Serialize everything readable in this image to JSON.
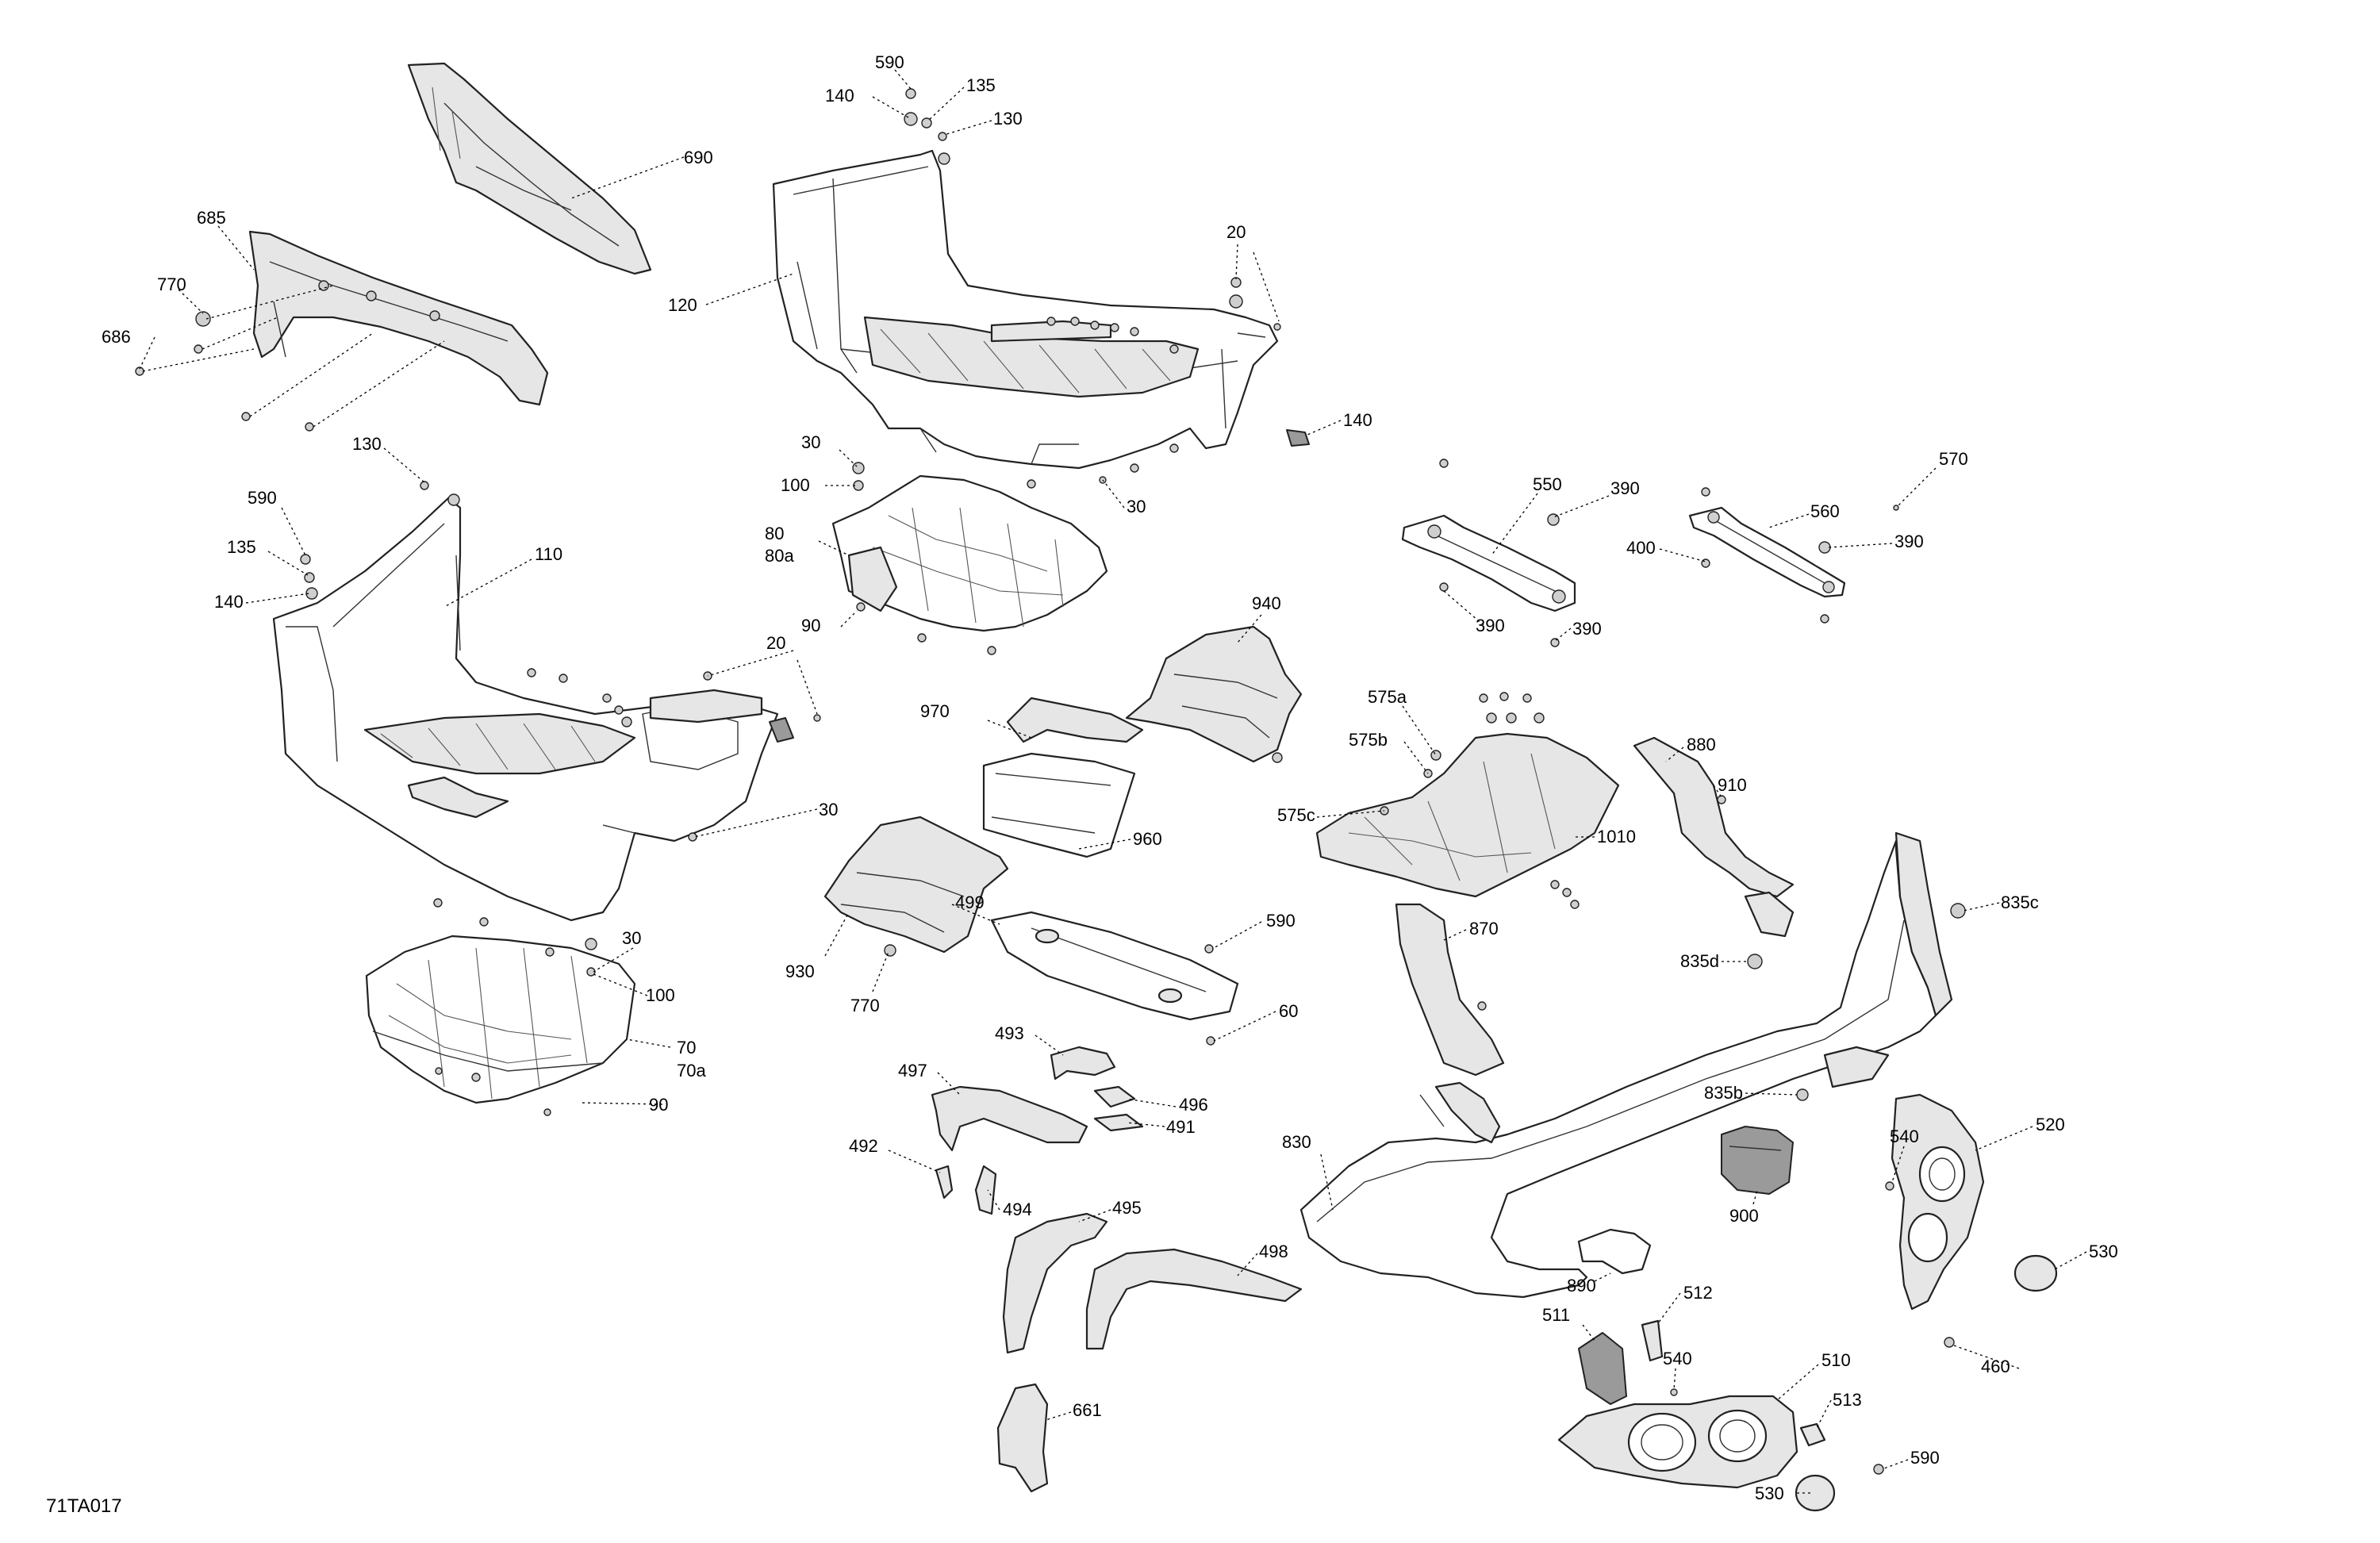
{
  "figure_ref": "71TA017",
  "labels": [
    {
      "id": "690",
      "text": "690"
    },
    {
      "id": "685",
      "text": "685"
    },
    {
      "id": "770a",
      "text": "770"
    },
    {
      "id": "686",
      "text": "686"
    },
    {
      "id": "590a",
      "text": "590"
    },
    {
      "id": "140a",
      "text": "140"
    },
    {
      "id": "135a",
      "text": "135"
    },
    {
      "id": "130a",
      "text": "130"
    },
    {
      "id": "120",
      "text": "120"
    },
    {
      "id": "20a",
      "text": "20"
    },
    {
      "id": "140b",
      "text": "140"
    },
    {
      "id": "30a",
      "text": "30"
    },
    {
      "id": "100a",
      "text": "100"
    },
    {
      "id": "80",
      "text": "80"
    },
    {
      "id": "80a",
      "text": "80a"
    },
    {
      "id": "30b",
      "text": "30"
    },
    {
      "id": "90a",
      "text": "90"
    },
    {
      "id": "130b",
      "text": "130"
    },
    {
      "id": "590b",
      "text": "590"
    },
    {
      "id": "135b",
      "text": "135"
    },
    {
      "id": "140c",
      "text": "140"
    },
    {
      "id": "110",
      "text": "110"
    },
    {
      "id": "20b",
      "text": "20"
    },
    {
      "id": "30c",
      "text": "30"
    },
    {
      "id": "30d",
      "text": "30"
    },
    {
      "id": "100b",
      "text": "100"
    },
    {
      "id": "70",
      "text": "70"
    },
    {
      "id": "70a",
      "text": "70a"
    },
    {
      "id": "90b",
      "text": "90"
    },
    {
      "id": "550",
      "text": "550"
    },
    {
      "id": "390a",
      "text": "390"
    },
    {
      "id": "390b",
      "text": "390"
    },
    {
      "id": "390c",
      "text": "390"
    },
    {
      "id": "570",
      "text": "570"
    },
    {
      "id": "560",
      "text": "560"
    },
    {
      "id": "400",
      "text": "400"
    },
    {
      "id": "390d",
      "text": "390"
    },
    {
      "id": "940",
      "text": "940"
    },
    {
      "id": "970",
      "text": "970"
    },
    {
      "id": "960",
      "text": "960"
    },
    {
      "id": "930",
      "text": "930"
    },
    {
      "id": "499",
      "text": "499"
    },
    {
      "id": "770b",
      "text": "770"
    },
    {
      "id": "590c",
      "text": "590"
    },
    {
      "id": "60",
      "text": "60"
    },
    {
      "id": "575a",
      "text": "575a"
    },
    {
      "id": "575b",
      "text": "575b"
    },
    {
      "id": "575c",
      "text": "575c"
    },
    {
      "id": "1010",
      "text": "1010"
    },
    {
      "id": "880",
      "text": "880"
    },
    {
      "id": "910",
      "text": "910"
    },
    {
      "id": "870",
      "text": "870"
    },
    {
      "id": "835c",
      "text": "835c"
    },
    {
      "id": "835d",
      "text": "835d"
    },
    {
      "id": "835b",
      "text": "835b"
    },
    {
      "id": "493",
      "text": "493"
    },
    {
      "id": "497",
      "text": "497"
    },
    {
      "id": "496",
      "text": "496"
    },
    {
      "id": "491",
      "text": "491"
    },
    {
      "id": "492",
      "text": "492"
    },
    {
      "id": "494",
      "text": "494"
    },
    {
      "id": "495",
      "text": "495"
    },
    {
      "id": "498",
      "text": "498"
    },
    {
      "id": "830",
      "text": "830"
    },
    {
      "id": "900",
      "text": "900"
    },
    {
      "id": "540a",
      "text": "540"
    },
    {
      "id": "520",
      "text": "520"
    },
    {
      "id": "530a",
      "text": "530"
    },
    {
      "id": "460",
      "text": "460"
    },
    {
      "id": "890",
      "text": "890"
    },
    {
      "id": "511",
      "text": "511"
    },
    {
      "id": "512",
      "text": "512"
    },
    {
      "id": "540b",
      "text": "540"
    },
    {
      "id": "510",
      "text": "510"
    },
    {
      "id": "513",
      "text": "513"
    },
    {
      "id": "590d",
      "text": "590"
    },
    {
      "id": "530b",
      "text": "530"
    },
    {
      "id": "661",
      "text": "661"
    }
  ]
}
